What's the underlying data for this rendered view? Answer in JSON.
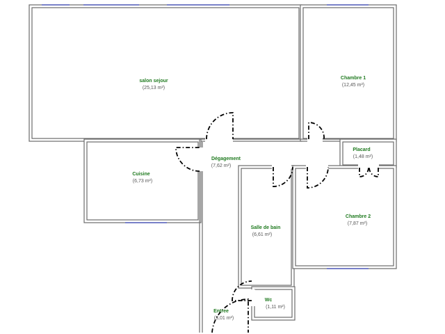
{
  "plan": {
    "rooms": [
      {
        "id": "salon",
        "name": "salon sejour",
        "area": "(25,13 m²)"
      },
      {
        "id": "chambre1",
        "name": "Chambre 1",
        "area": "(12,45 m²)"
      },
      {
        "id": "degagement",
        "name": "Dégagement",
        "area": "(7,62 m²)"
      },
      {
        "id": "placard",
        "name": "Placard",
        "area": "(1,48 m²)"
      },
      {
        "id": "cuisine",
        "name": "Cuisine",
        "area": "(6,73 m²)"
      },
      {
        "id": "chambre2",
        "name": "Chambre 2",
        "area": "(7,87 m²)"
      },
      {
        "id": "sdb",
        "name": "Salle de bain",
        "area": "(6,61 m²)"
      },
      {
        "id": "wc",
        "name": "Wc",
        "area": "(1,11 m²)"
      },
      {
        "id": "entree",
        "name": "Entree",
        "area": "(3,01 m²)"
      }
    ],
    "colors": {
      "room_name": "#1f7a1f",
      "room_area": "#555555",
      "wall": "#6b6b6b",
      "door": "#000000",
      "window": "#5560c0"
    }
  }
}
